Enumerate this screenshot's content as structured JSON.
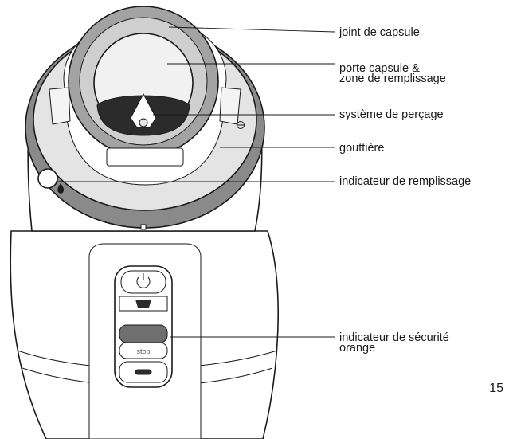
{
  "callouts": [
    {
      "id": "capsule-seal",
      "lines": [
        "joint de capsule"
      ]
    },
    {
      "id": "capsule-holder",
      "lines": [
        "porte capsule &",
        "zone de remplissage"
      ]
    },
    {
      "id": "piercing-system",
      "lines": [
        "système de perçage"
      ]
    },
    {
      "id": "drip-tray",
      "lines": [
        "gouttière"
      ]
    },
    {
      "id": "fill-indicator",
      "lines": [
        "indicateur de remplissage"
      ]
    },
    {
      "id": "safety-indicator",
      "lines": [
        "indicateur de sécurité",
        "orange"
      ]
    }
  ],
  "stop_label": "stop",
  "page_number": "15",
  "colors": {
    "line": "#1a1a1a",
    "body": "#ffffff",
    "rim": "#8a8a8a",
    "platform": "#e4e4e4",
    "ring": "#a3a3a3",
    "cup_interior": "#f1f1f1",
    "dark": "#2b2b2b",
    "button": "#6f6f6f"
  },
  "icons": [
    "power-icon",
    "water-drop-icon",
    "charging-port-icon"
  ]
}
